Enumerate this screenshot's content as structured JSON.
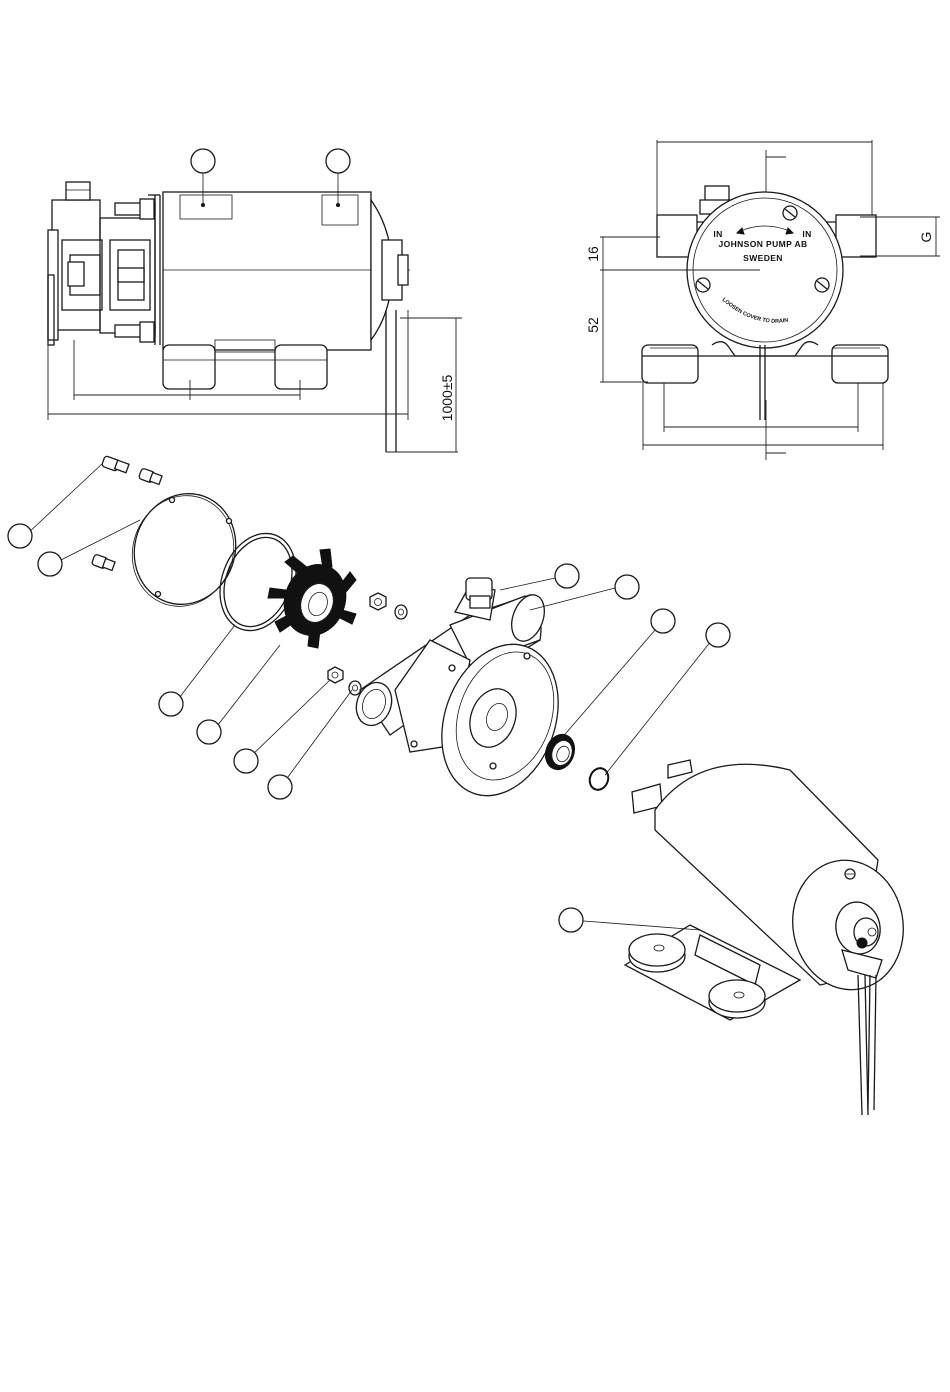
{
  "drawing": {
    "dimensions": {
      "cable_length": "1000±5",
      "height_16": "16",
      "height_52": "52",
      "port_g": "G"
    },
    "nameplate": {
      "line1": "JOHNSON PUMP AB",
      "line2": "SWEDEN",
      "port_left": "IN",
      "port_right": "IN",
      "notice": "LOOSEN COVER TO DRAIN"
    },
    "callouts": [
      "",
      "",
      "",
      "",
      "",
      "",
      "",
      "",
      "",
      "",
      "",
      "",
      ""
    ]
  }
}
